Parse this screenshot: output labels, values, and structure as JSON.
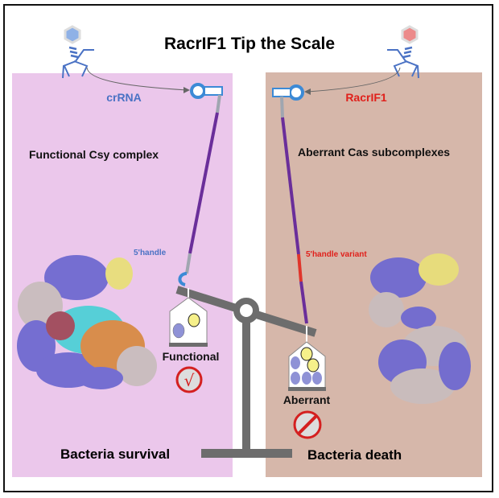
{
  "title": "RacrIF1 Tip the Scale",
  "left": {
    "rna_label": "crRNA",
    "complex_label": "Functional Csy complex",
    "handle_label": "5'handle",
    "weight_label": "Functional",
    "status_symbol": "√",
    "outcome": "Bacteria survival"
  },
  "right": {
    "rna_label": "RacrIF1",
    "complex_label": "Aberrant Cas subcomplexes",
    "handle_label": "5'handle variant",
    "weight_label": "Aberrant",
    "outcome": "Bacteria death"
  },
  "colors": {
    "left_panel": "#ebc7eb",
    "right_panel": "#d6b7aa",
    "crrna_blue": "#4a72c4",
    "racr_red": "#e0201b",
    "purple": "#6a2e9a",
    "scale_gray": "#6d6d6d"
  }
}
